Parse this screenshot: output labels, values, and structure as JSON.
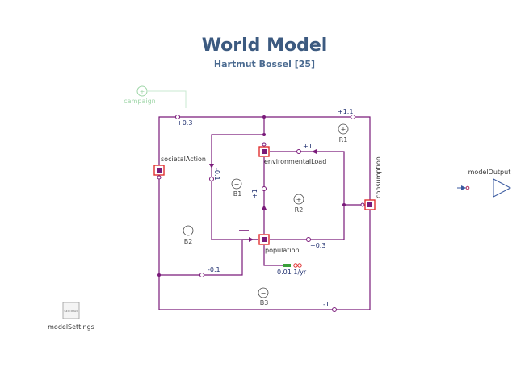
{
  "header": {
    "title": "World Model",
    "subtitle": "Hartmut Bossel [25]"
  },
  "blocks": {
    "societal_action": "societalAction",
    "environmental_load": "environmentalLoad",
    "population": "population",
    "consumption": "consumption",
    "campaign": "campaign",
    "model_output": "modelOutput",
    "model_settings": "modelSettings",
    "settings_icon_text": "SETTINGS"
  },
  "gains": {
    "g_plus_03_top": "+0.3",
    "g_plus_11": "+1.1",
    "g_plus_1": "+1",
    "g_minus_01_left": "-0.1",
    "g_plus_1_vert": "+1",
    "g_plus_03_bottom": "+0.3",
    "g_minus_01_bottom": "-0.1",
    "g_minus_1": "-1",
    "growth_rate": "0.01 1/yr"
  },
  "loops": {
    "r1": "R1",
    "r1_sign": "+",
    "r2": "R2",
    "r2_sign": "+",
    "b1": "B1",
    "b1_sign": "−",
    "b2": "B2",
    "b2_sign": "−",
    "b3": "B3",
    "b3_sign": "−",
    "campaign_sign": "+"
  },
  "colors": {
    "line": "#7a1a7a",
    "block": "#e03030",
    "title": "#3c5a80",
    "output": "#3a5aa0",
    "faded": "#9fd6a8"
  }
}
